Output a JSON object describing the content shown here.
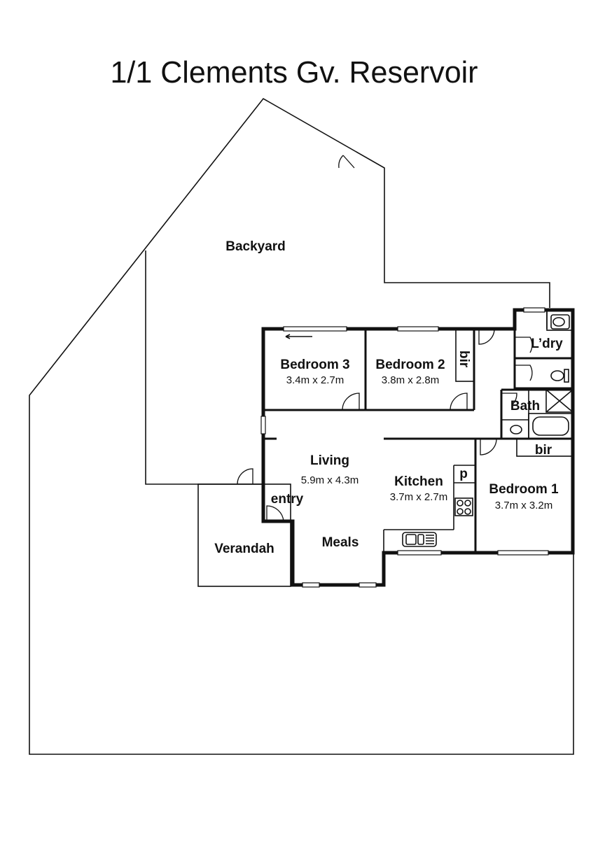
{
  "title": "1/1 Clements Gv. Reservoir",
  "rooms": {
    "backyard": {
      "label": "Backyard"
    },
    "bedroom3": {
      "label": "Bedroom 3",
      "size": "3.4m x 2.7m"
    },
    "bedroom2": {
      "label": "Bedroom 2",
      "size": "3.8m x 2.8m"
    },
    "bir2": {
      "label": "bir"
    },
    "laundry": {
      "label": "L’dry"
    },
    "bath": {
      "label": "Bath"
    },
    "bir1": {
      "label": "bir"
    },
    "living": {
      "label": "Living",
      "size": "5.9m x 4.3m"
    },
    "kitchen": {
      "label": "Kitchen",
      "size": "3.7m x 2.7m"
    },
    "pantry": {
      "label": "p"
    },
    "bedroom1": {
      "label": "Bedroom 1",
      "size": "3.7m x 3.2m"
    },
    "entry": {
      "label": "entry"
    },
    "meals": {
      "label": "Meals"
    },
    "verandah": {
      "label": "Verandah"
    }
  }
}
